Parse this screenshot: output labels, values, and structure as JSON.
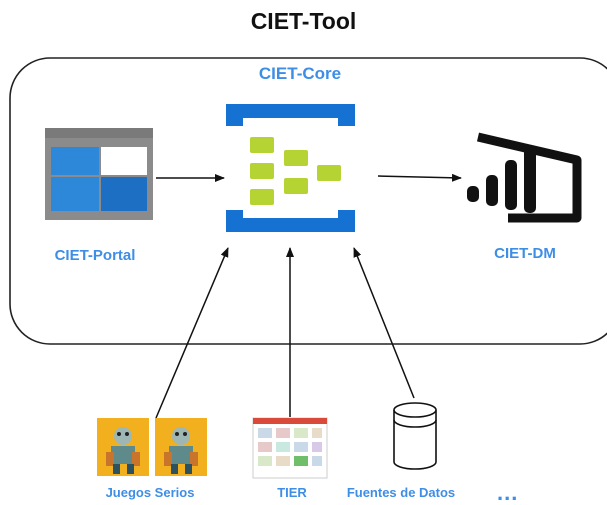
{
  "title": "CIET-Tool",
  "core_label": "CIET-Core",
  "portal_label": "CIET-Portal",
  "dm_label": "CIET-DM",
  "bottom_labels": {
    "juegos": "Juegos Serios",
    "tier": "TIER",
    "fuentes": "Fuentes de Datos"
  },
  "ellipsis": "...",
  "colors": {
    "label_blue": "#3e8ee6",
    "core_blue": "#1572d2",
    "core_green": "#b6d334",
    "container_border": "#222222"
  }
}
